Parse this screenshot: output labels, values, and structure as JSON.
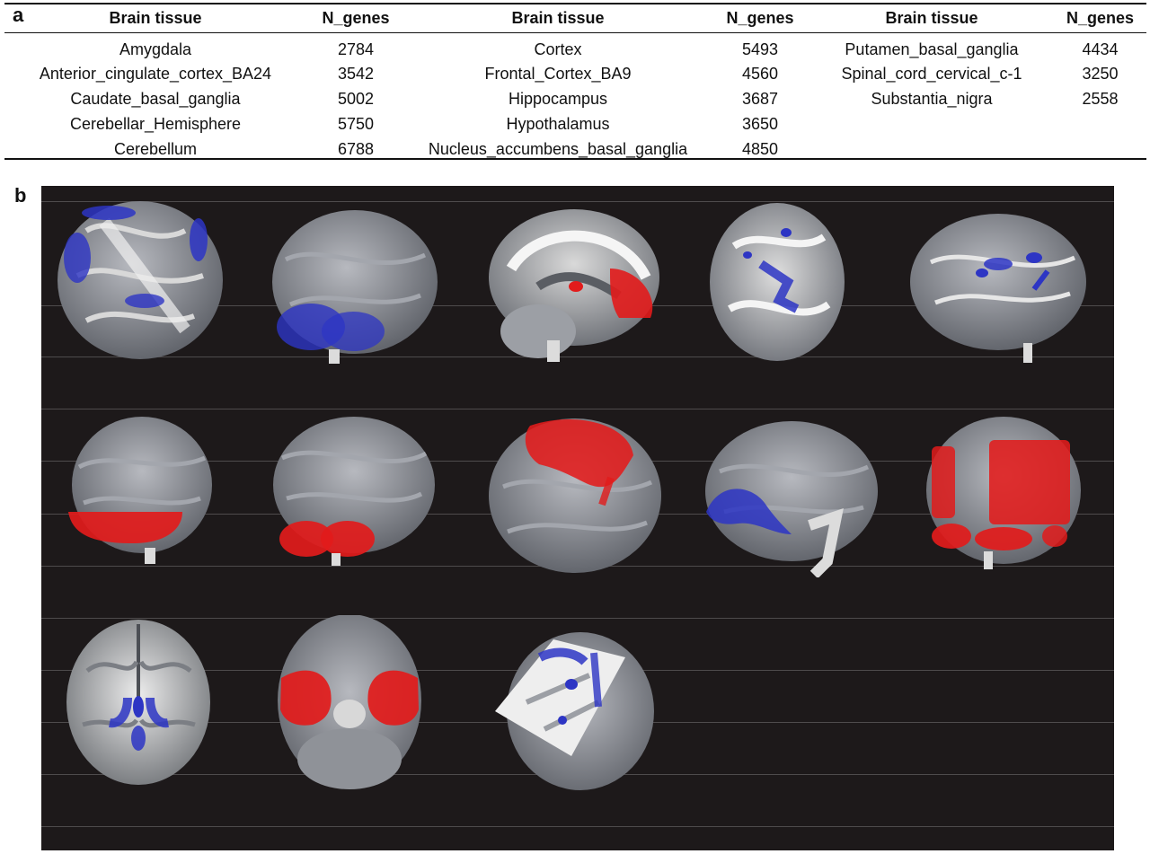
{
  "panel_a": {
    "label": "a",
    "columns": [
      "Brain tissue",
      "N_genes",
      "Brain tissue",
      "N_genes",
      "Brain tissue",
      "N_genes"
    ],
    "rows": [
      [
        "Amygdala",
        "2784",
        "Cortex",
        "5493",
        "Putamen_basal_ganglia",
        "4434"
      ],
      [
        "Anterior_cingulate_cortex_BA24",
        "3542",
        "Frontal_Cortex_BA9",
        "4560",
        "Spinal_cord_cervical_c-1",
        "3250"
      ],
      [
        "Caudate_basal_ganglia",
        "5002",
        "Hippocampus",
        "3687",
        "Substantia_nigra",
        "2558"
      ],
      [
        "Cerebellar_Hemisphere",
        "5750",
        "Hypothalamus",
        "3650",
        "",
        ""
      ],
      [
        "Cerebellum",
        "6788",
        "Nucleus_accumbens_basal_ganglia",
        "4850",
        "",
        ""
      ]
    ]
  },
  "panel_b": {
    "label": "b",
    "colors": {
      "background": "#1d191a",
      "cortex": "#8c8f96",
      "white_matter": "#e4e4e4",
      "red_overlay": "#e21b1b",
      "blue_overlay": "#2d35c4"
    }
  }
}
